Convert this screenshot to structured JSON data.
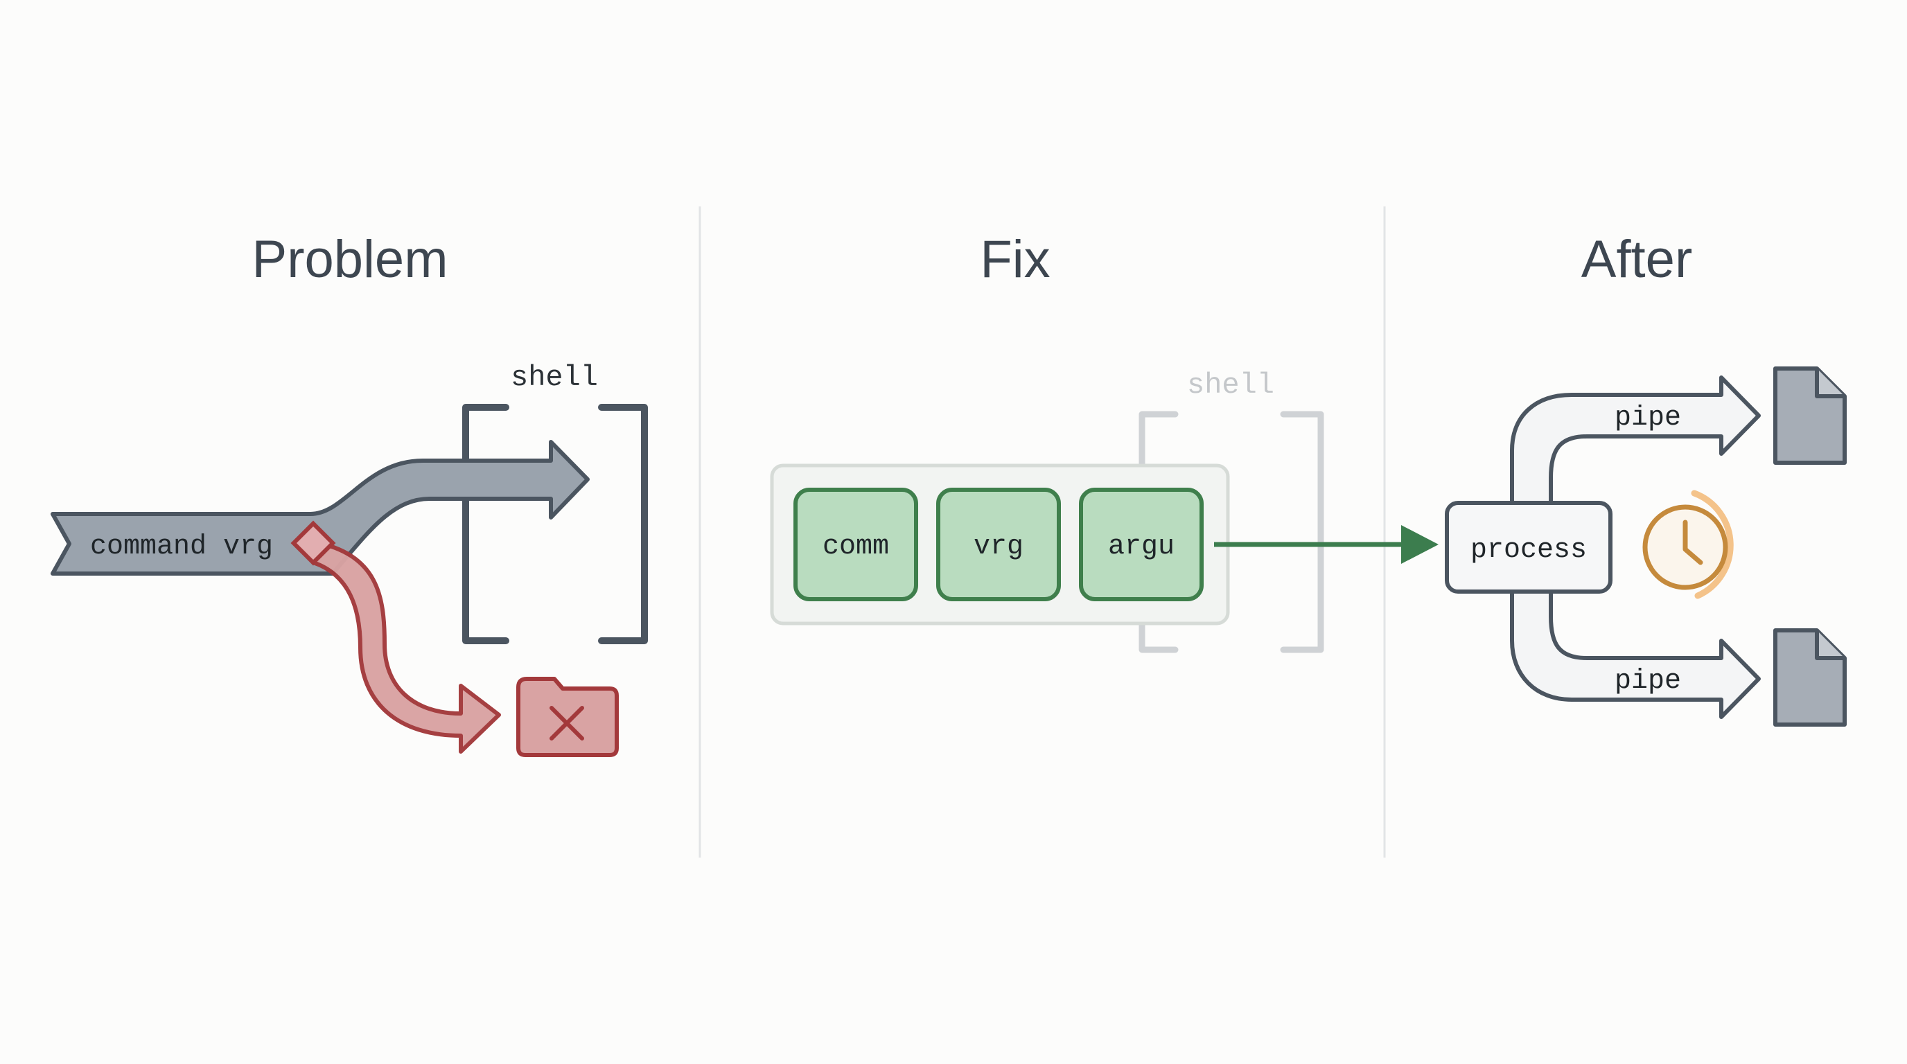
{
  "panels": {
    "problem": {
      "title": "Problem",
      "command_label": "command vrg",
      "shell_label": "shell",
      "icons": {
        "error_folder": "folder-x-icon"
      }
    },
    "fix": {
      "title": "Fix",
      "shell_label": "shell",
      "tokens": [
        "comm",
        "vrg",
        "argu"
      ]
    },
    "after": {
      "title": "After",
      "process_label": "process",
      "pipe_top_label": "pipe",
      "pipe_bottom_label": "pipe",
      "icons": {
        "timer": "clock-icon",
        "output_top": "document-icon",
        "output_bottom": "document-icon"
      }
    }
  },
  "colors": {
    "slate_fill": "#9aa3ad",
    "slate_stroke": "#4b5560",
    "error_fill": "#d9a3a3",
    "error_stroke": "#a3393b",
    "token_fill": "#b9dcbf",
    "token_stroke": "#3f7f4c",
    "fix_arrow": "#3c7d4e",
    "clock": "#c58a3c",
    "clock_glow": "#f4c38a"
  }
}
